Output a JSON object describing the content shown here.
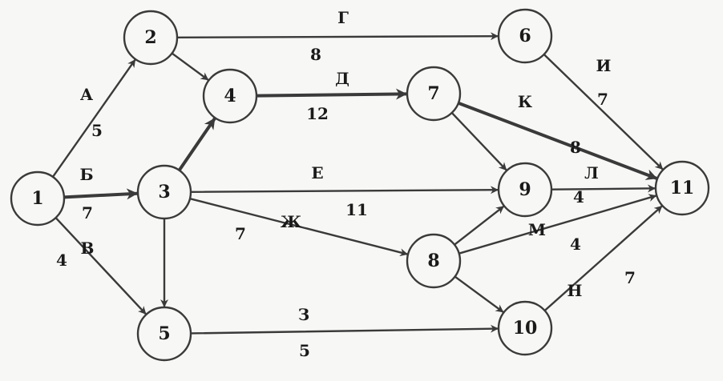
{
  "colors": {
    "ink": "#3a3a3a",
    "paper": "#f7f7f5",
    "text": "#1a1a1a"
  },
  "nodes": [
    {
      "id": "1",
      "label": "1"
    },
    {
      "id": "2",
      "label": "2"
    },
    {
      "id": "3",
      "label": "3"
    },
    {
      "id": "4",
      "label": "4"
    },
    {
      "id": "5",
      "label": "5"
    },
    {
      "id": "6",
      "label": "6"
    },
    {
      "id": "7",
      "label": "7"
    },
    {
      "id": "8",
      "label": "8"
    },
    {
      "id": "9",
      "label": "9"
    },
    {
      "id": "10",
      "label": "10"
    },
    {
      "id": "11",
      "label": "11"
    }
  ],
  "edges": [
    {
      "id": "e1-2",
      "from": "1",
      "to": "2",
      "letter": "А",
      "weight": "5"
    },
    {
      "id": "e1-3",
      "from": "1",
      "to": "3",
      "letter": "Б",
      "weight": "7",
      "critical": true
    },
    {
      "id": "e1-5",
      "from": "1",
      "to": "5",
      "letter": "В",
      "weight": "4"
    },
    {
      "id": "e2-6",
      "from": "2",
      "to": "6",
      "letter": "Г",
      "weight": "8"
    },
    {
      "id": "e2-4",
      "from": "2",
      "to": "4",
      "letter": "",
      "weight": ""
    },
    {
      "id": "e3-4",
      "from": "3",
      "to": "4",
      "letter": "",
      "weight": "",
      "critical": true
    },
    {
      "id": "e4-7",
      "from": "4",
      "to": "7",
      "letter": "Д",
      "weight": "12",
      "critical": true
    },
    {
      "id": "e3-9",
      "from": "3",
      "to": "9",
      "letter": "Е",
      "weight": "11"
    },
    {
      "id": "e3-8",
      "from": "3",
      "to": "8",
      "letter": "Ж",
      "weight": "7"
    },
    {
      "id": "e3-5",
      "from": "3",
      "to": "5",
      "letter": "",
      "weight": ""
    },
    {
      "id": "e5-10",
      "from": "5",
      "to": "10",
      "letter": "З",
      "weight": "5"
    },
    {
      "id": "e6-11",
      "from": "6",
      "to": "11",
      "letter": "И",
      "weight": "7"
    },
    {
      "id": "e7-11",
      "from": "7",
      "to": "11",
      "letter": "К",
      "weight": "8",
      "critical": true
    },
    {
      "id": "e7-9",
      "from": "7",
      "to": "9",
      "letter": "",
      "weight": ""
    },
    {
      "id": "e9-11",
      "from": "9",
      "to": "11",
      "letter": "Л",
      "weight": "4"
    },
    {
      "id": "e8-9",
      "from": "8",
      "to": "9",
      "letter": "",
      "weight": ""
    },
    {
      "id": "e8-11",
      "from": "8",
      "to": "11",
      "letter": "М",
      "weight": "4"
    },
    {
      "id": "e8-10",
      "from": "8",
      "to": "10",
      "letter": "",
      "weight": ""
    },
    {
      "id": "e10-11",
      "from": "10",
      "to": "11",
      "letter": "Н",
      "weight": "7"
    }
  ]
}
